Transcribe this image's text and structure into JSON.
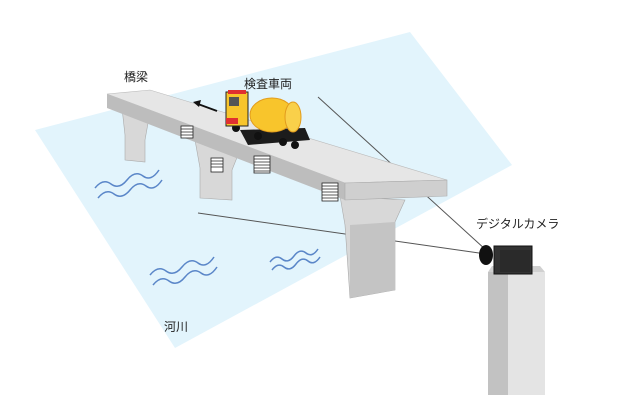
{
  "labels": {
    "bridge": "橋梁",
    "inspection_vehicle": "検査車両",
    "digital_camera": "デジタルカメラ",
    "river": "河川"
  },
  "colors": {
    "river": "#e2f4fc",
    "wave": "#5a86c8",
    "concrete_top": "#e4e4e4",
    "concrete_side": "#b9b9b9",
    "truck_tank": "#f8c52c",
    "camera": "#2b2b2b"
  }
}
